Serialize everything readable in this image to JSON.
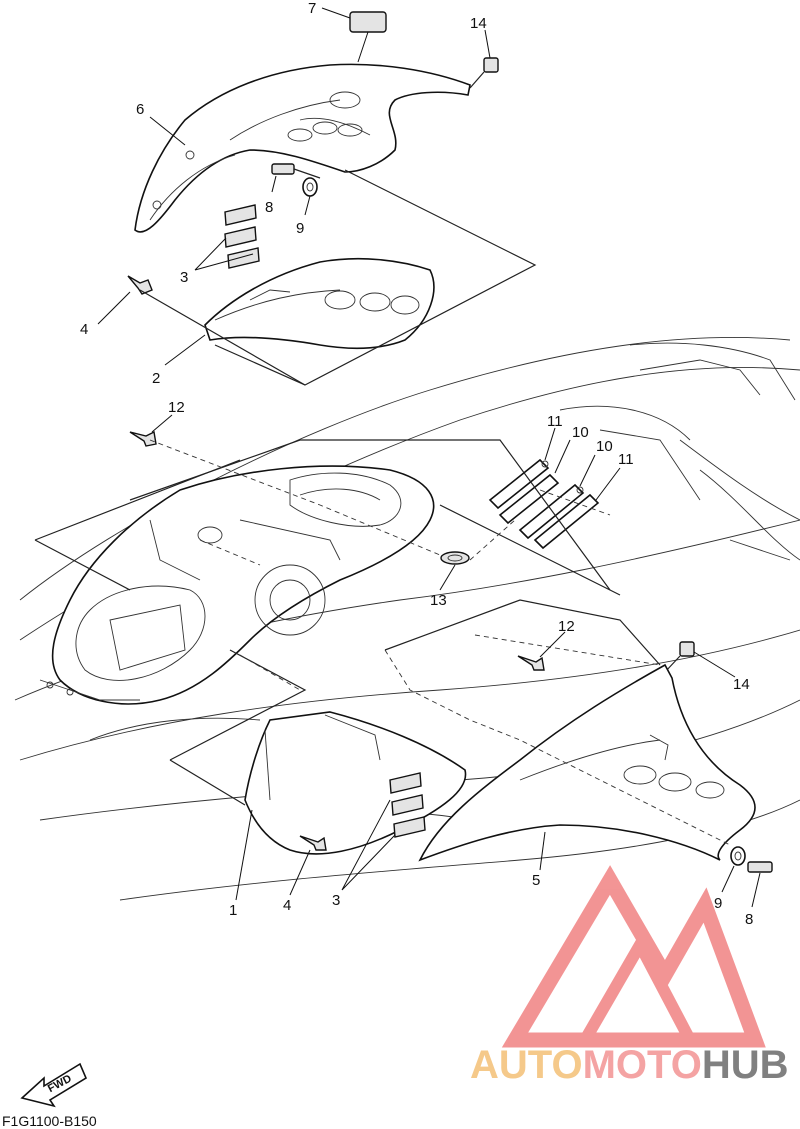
{
  "callouts": {
    "n1": "1",
    "n2": "2",
    "n3a": "3",
    "n3b": "3",
    "n4a": "4",
    "n4b": "4",
    "n5": "5",
    "n6": "6",
    "n7": "7",
    "n8a": "8",
    "n8b": "8",
    "n9a": "9",
    "n9b": "9",
    "n10a": "10",
    "n10b": "10",
    "n11a": "11",
    "n11b": "11",
    "n12a": "12",
    "n12b": "12",
    "n13": "13",
    "n14a": "14",
    "n14b": "14"
  },
  "fwd_label": "FWD",
  "diagram_code": "F1G1100-B150",
  "watermark": {
    "part1": "AUTO",
    "part2": "MOTO",
    "part3": "HUB",
    "color_auto": "#f5c98a",
    "color_moto": "#f4a3a3",
    "color_hub": "#808080",
    "logo_color": "#f07a7a"
  }
}
